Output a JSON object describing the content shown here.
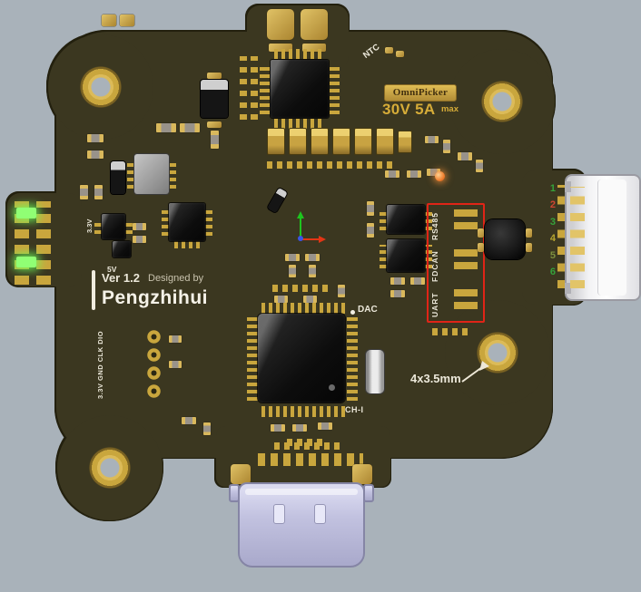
{
  "scene": {
    "bg": "#a9b2ba",
    "board": "#3b3720",
    "pad": "#c9a63d",
    "red": "#e02417",
    "silk": "#ece8da"
  },
  "silkscreen": {
    "ntc": "NTC",
    "badge": "OmniPicker",
    "rating": "30V 5A",
    "rating_max": "max",
    "rail_3v3": "3.3V",
    "rail_5v": "5V",
    "version": "Ver 1.2",
    "designed_by": "Designed by",
    "author": "Pengzhihui",
    "debug_header": "3.3V GND CLK DIO",
    "dac": "DAC",
    "ch1": "CH-I",
    "mount_note": "4x3.5mm"
  },
  "interfaces": [
    {
      "label": "RS485"
    },
    {
      "label": "FDCAN"
    },
    {
      "label": "UART"
    }
  ],
  "connector": {
    "pins": [
      {
        "label": "1",
        "color": "#35a23a"
      },
      {
        "label": "2",
        "color": "#cf4531"
      },
      {
        "label": "3",
        "color": "#35a23a"
      },
      {
        "label": "4",
        "color": "#b7a62f"
      },
      {
        "label": "5",
        "color": "#7c8f3e"
      },
      {
        "label": "6",
        "color": "#35a23a"
      }
    ]
  }
}
